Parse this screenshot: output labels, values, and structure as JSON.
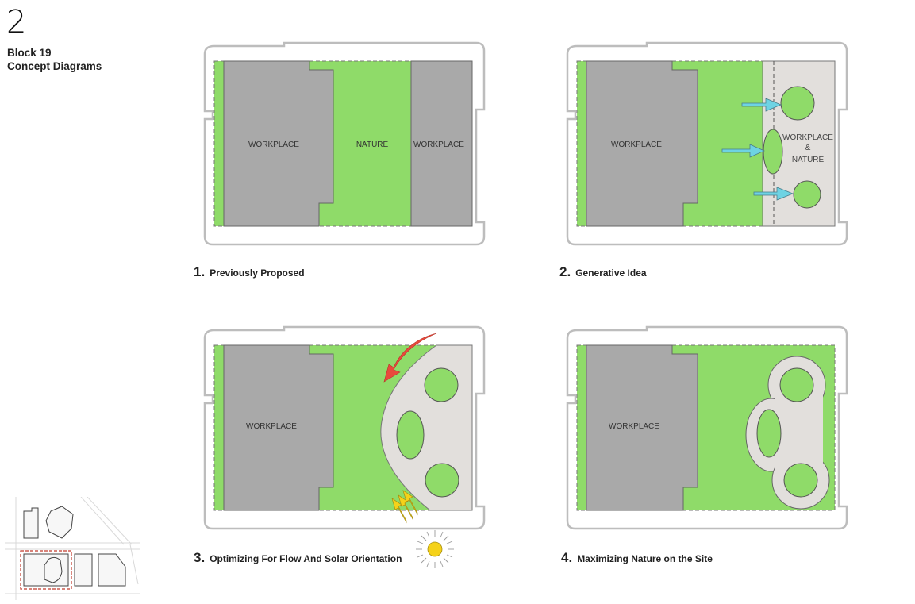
{
  "header": {
    "page_number": "2",
    "block_name": "Block 19",
    "subtitle": "Concept Diagrams"
  },
  "diagrams": [
    {
      "number": "1.",
      "caption": "Previously Proposed",
      "labels": [
        "WORKPLACE",
        "NATURE",
        "WORKPLACE"
      ]
    },
    {
      "number": "2.",
      "caption": "Generative Idea",
      "labels": [
        "WORKPLACE",
        "WORKPLACE",
        "&",
        "NATURE"
      ]
    },
    {
      "number": "3.",
      "caption": "Optimizing For Flow And Solar  Orientation",
      "labels": [
        "WORKPLACE"
      ]
    },
    {
      "number": "4.",
      "caption": "Maximizing Nature on the Site",
      "labels": [
        "WORKPLACE"
      ]
    }
  ],
  "colors": {
    "nature_green": "#8fdb69",
    "building_gray": "#a9a9a9",
    "plaza_light": "#e2dfdc",
    "flow_arrow_red": "#e84a3c",
    "cyan_arrow": "#6ed3e3",
    "sun_yellow": "#f5d21a"
  }
}
